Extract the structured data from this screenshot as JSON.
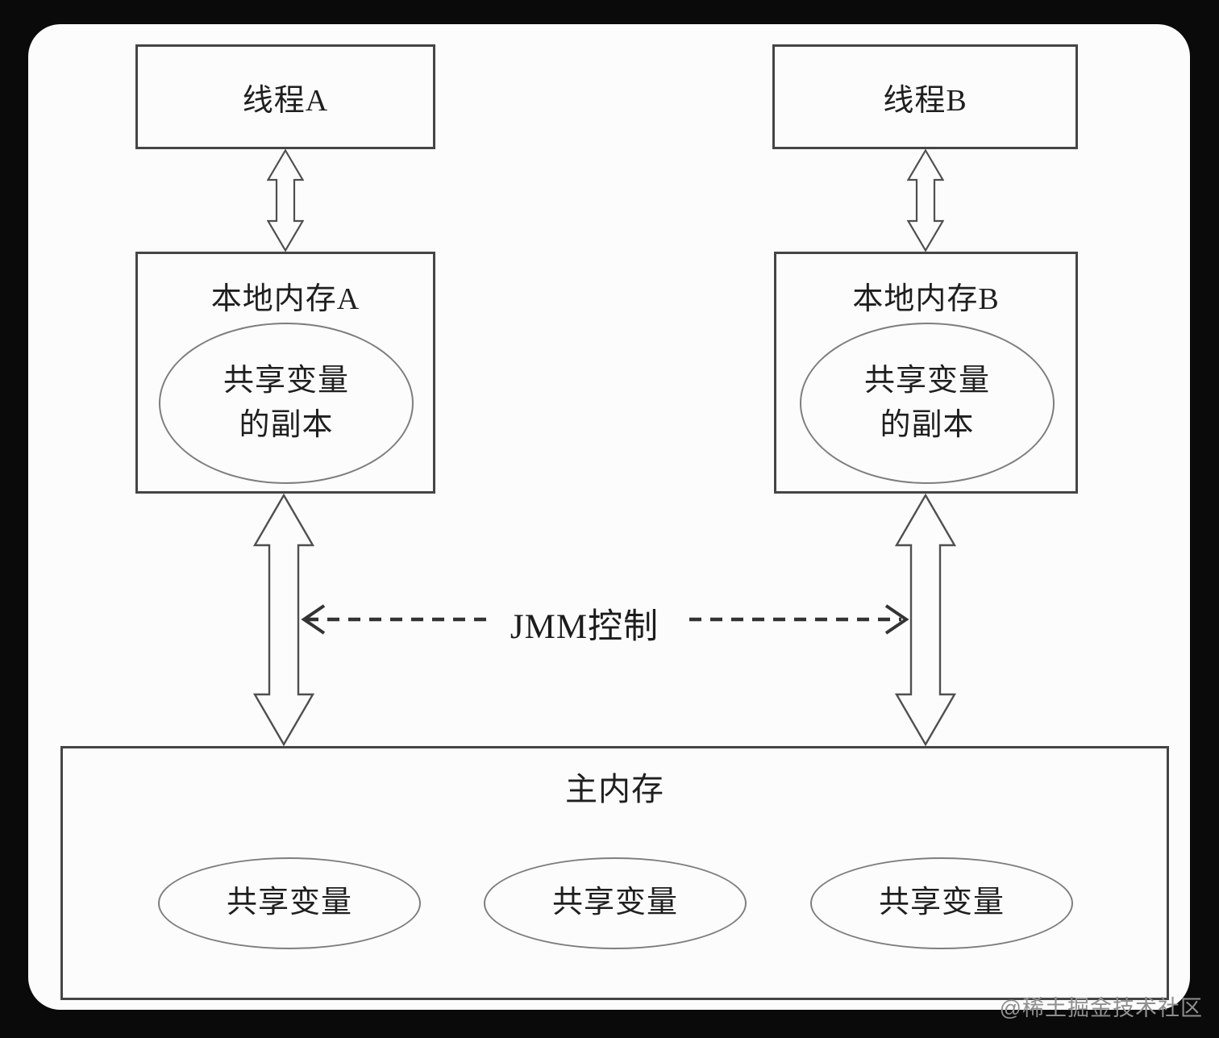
{
  "nodes": {
    "thread_a": {
      "label": "线程A"
    },
    "thread_b": {
      "label": "线程B"
    },
    "local_memory_a": {
      "title": "本地内存A",
      "ellipse_line1": "共享变量",
      "ellipse_line2": "的副本"
    },
    "local_memory_b": {
      "title": "本地内存B",
      "ellipse_line1": "共享变量",
      "ellipse_line2": "的副本"
    },
    "main_memory": {
      "title": "主内存",
      "shared_vars": [
        "共享变量",
        "共享变量",
        "共享变量"
      ]
    }
  },
  "connections": {
    "jmm_control_label": "JMM控制"
  },
  "watermark": "@稀土掘金技术社区",
  "colors": {
    "background": "#0a0a0a",
    "canvas": "#fcfcfc",
    "box_border": "#454545",
    "ellipse_stroke": "#7e7e7e",
    "arrow_stroke": "#4f4f4f",
    "dashed_stroke": "#333333",
    "text": "#1f1f1f",
    "watermark": "#8f8f8f"
  }
}
